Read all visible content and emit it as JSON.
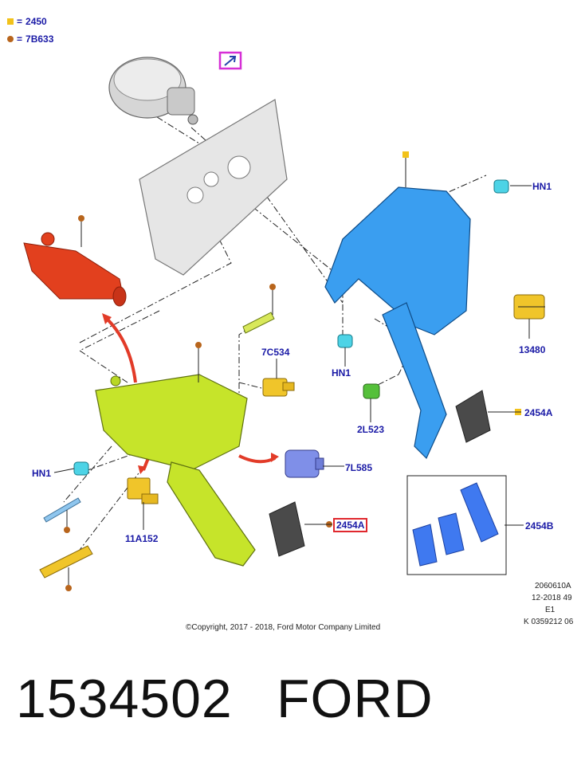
{
  "legend": {
    "square_code": "2450",
    "circle_code": "7B633",
    "equals": "="
  },
  "callouts": {
    "hn1_top": "HN1",
    "c13480": "13480",
    "c2454A_right": "2454A",
    "c2454B": "2454B",
    "hn1_mid": "HN1",
    "c2L523": "2L523",
    "c7C534": "7C534",
    "c7L585": "7L585",
    "hn1_left": "HN1",
    "c11A152": "11A152",
    "c2454A_boxed": "2454A"
  },
  "reference": {
    "line1": "2060610A",
    "line2": "12-2018 49",
    "line3": "E1",
    "line4": "K 0359212 06"
  },
  "copyright": "©Copyright, 2017 - 2018, Ford Motor Company Limited",
  "footer": {
    "part_number": "1534502",
    "brand": "FORD"
  },
  "colors": {
    "label": "#1a1aa6",
    "square": "#f2c21b",
    "circle": "#b8651c",
    "highlight_box": "#d62fd6",
    "boxed_label": "#e0282e",
    "arrow": "#e23b28",
    "pedal_green": "#c6e42a",
    "bracket_blue": "#3a9ef0",
    "cylinder_red": "#e2401e",
    "yellow_part": "#f0c52a",
    "cyan_clip": "#4dd3e6",
    "purple_part": "#7f8fe8",
    "gray_part": "#bdbdbd",
    "pad_dark": "#4a4a4a"
  }
}
